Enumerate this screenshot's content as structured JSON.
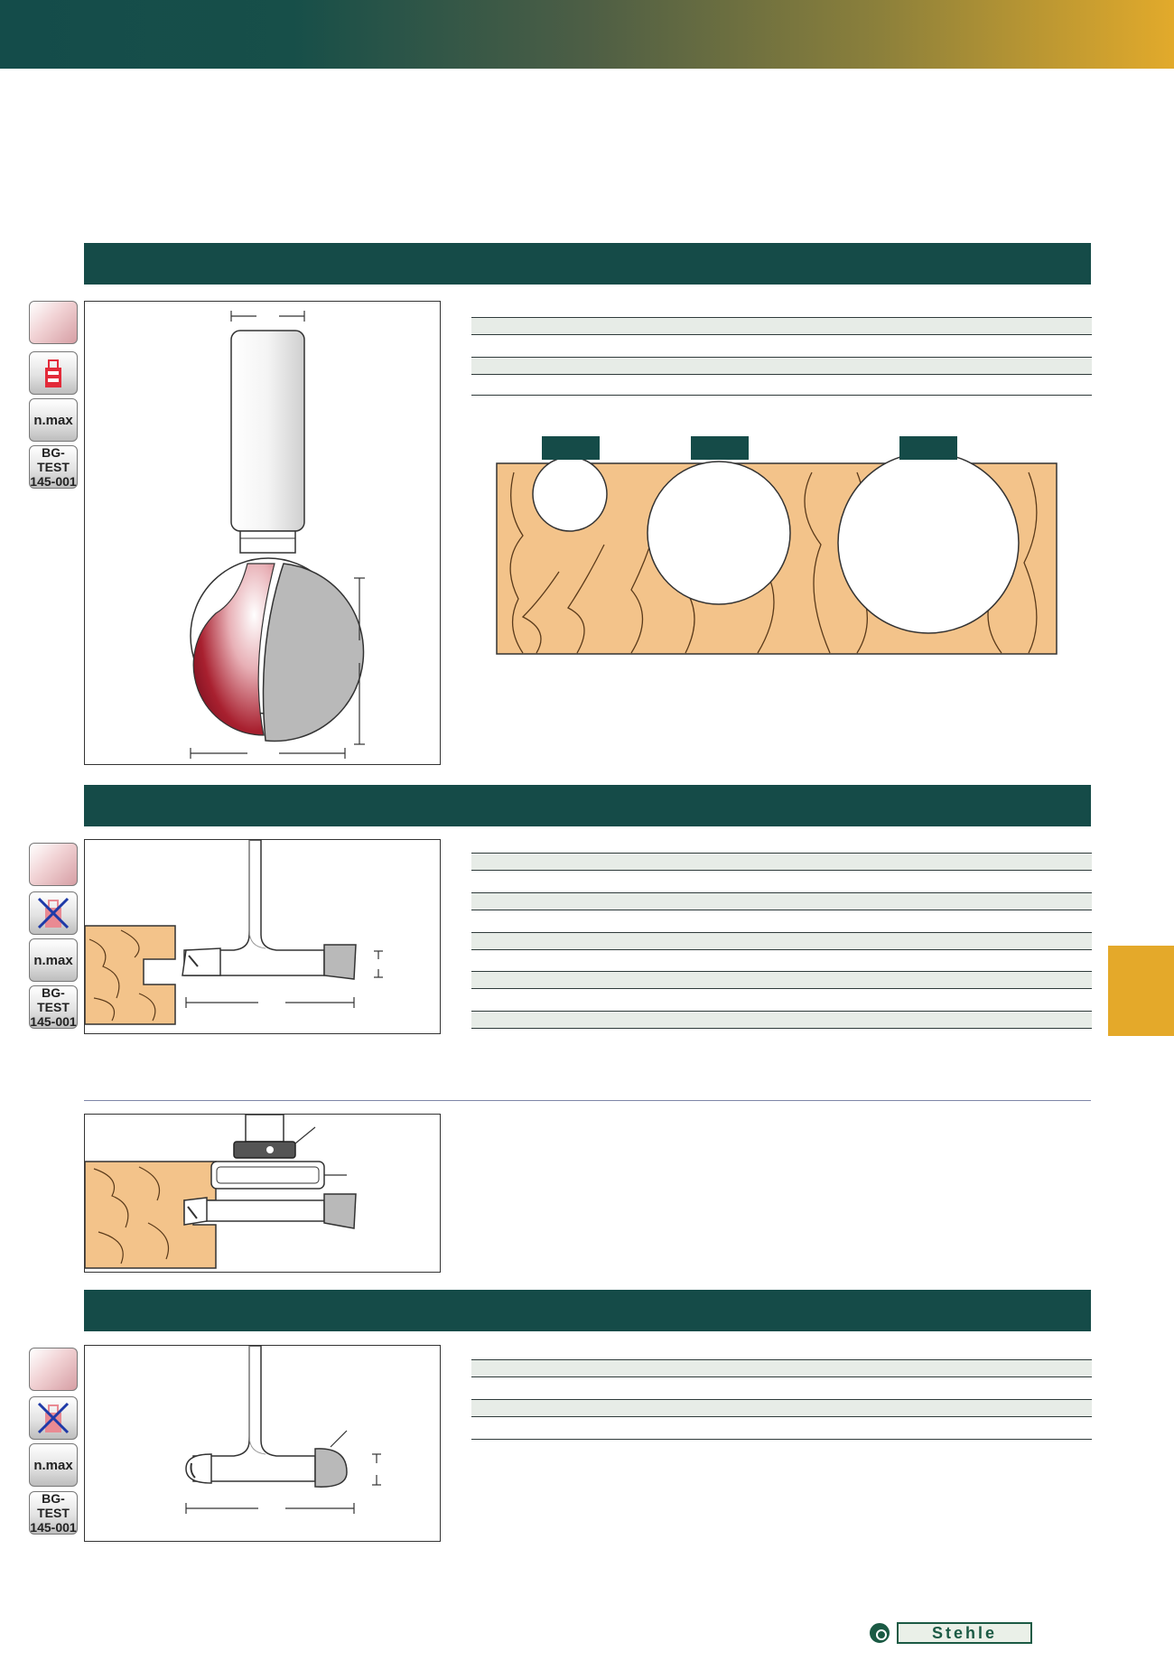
{
  "colors": {
    "header_gradient_start": "#144c4a",
    "header_gradient_end": "#e2aa2b",
    "section_bar": "#154b48",
    "side_tab": "#e4a92a",
    "wood": "#f3c38a",
    "cutter_red": "#a0202e",
    "cutter_grey": "#b8b8b8",
    "table_band": "#e7ece7"
  },
  "badges": {
    "nmax_label": "n.max",
    "test_line1": "BG-TEST",
    "test_line2": "145-001"
  },
  "icons": {
    "material": "hardmetal-material-icon",
    "allowed": "hand-feed-allowed-icon",
    "not_allowed": "hand-feed-not-allowed-icon"
  },
  "sections": [
    {
      "id": "ball-cutter",
      "band_rows": 2,
      "badge_icons": [
        "material",
        "allowed",
        "nmax",
        "test"
      ]
    },
    {
      "id": "dovetail-cutter",
      "band_rows": 5,
      "badge_icons": [
        "material",
        "not_allowed",
        "nmax",
        "test"
      ]
    },
    {
      "id": "bearing-setup",
      "band_rows": 0
    },
    {
      "id": "round-slot-cutter",
      "band_rows": 2,
      "badge_icons": [
        "material",
        "not_allowed",
        "nmax",
        "test"
      ]
    }
  ],
  "footer": {
    "brand": "Stehle"
  }
}
